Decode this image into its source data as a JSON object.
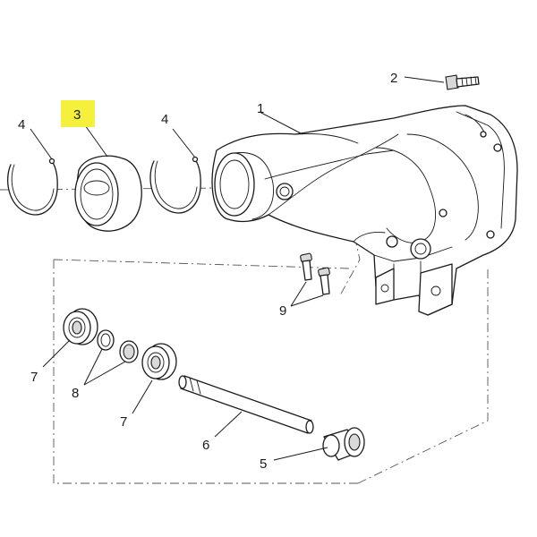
{
  "diagram": {
    "highlight_color": "#f5f03c",
    "line_color": "#1a1a1a",
    "callouts": {
      "c1": "1",
      "c2": "2",
      "c3": "3",
      "c4a": "4",
      "c4b": "4",
      "c5": "5",
      "c6": "6",
      "c7a": "7",
      "c7b": "7",
      "c8": "8",
      "c9": "9"
    },
    "highlighted_callout": "3"
  }
}
